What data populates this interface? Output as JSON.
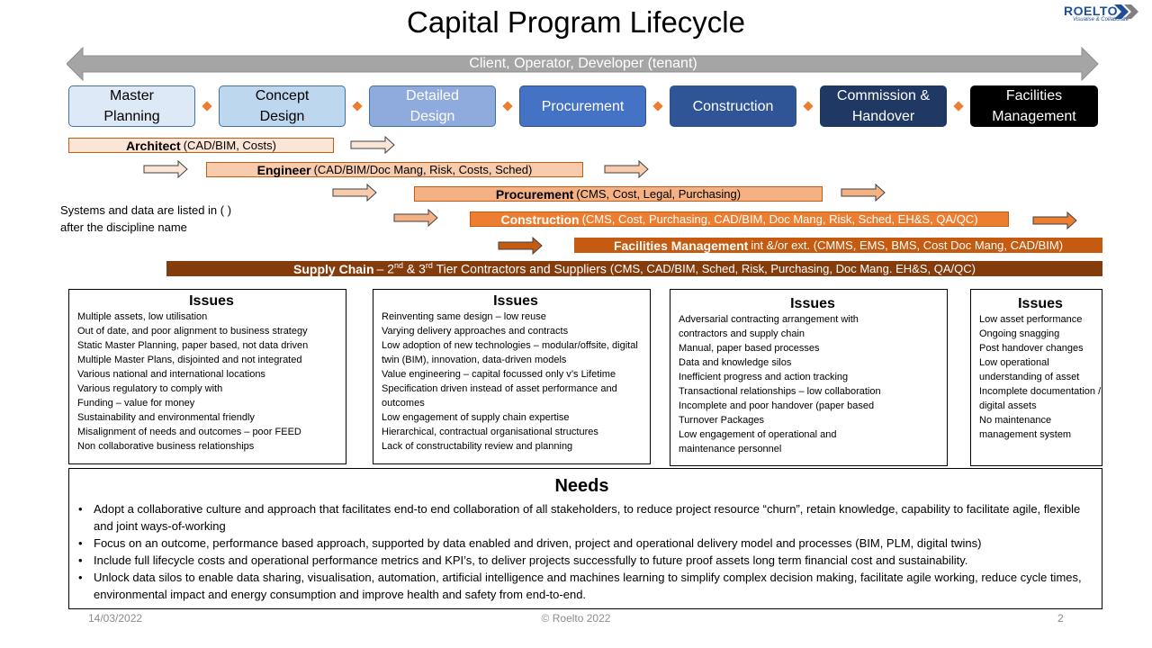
{
  "title": "Capital Program Lifecycle",
  "logo": {
    "name": "ROELTO",
    "tagline": "Visualise & Collaborate"
  },
  "stakeholder_arrow": "Client, Operator, Developer (tenant)",
  "phases": [
    {
      "label": "Master Planning",
      "bg": "#dde9f6",
      "fg": "#000000",
      "border": "#41719c"
    },
    {
      "label": "Concept Design",
      "bg": "#bdd7ee",
      "fg": "#000000",
      "border": "#41719c"
    },
    {
      "label": "Detailed Design",
      "bg": "#8faadc",
      "fg": "#ffffff",
      "border": "#41719c"
    },
    {
      "label": "Procurement",
      "bg": "#4472c4",
      "fg": "#ffffff",
      "border": "#2f528f"
    },
    {
      "label": "Construction",
      "bg": "#2f5597",
      "fg": "#ffffff",
      "border": "#2f528f"
    },
    {
      "label": "Commission & Handover",
      "bg": "#203864",
      "fg": "#ffffff",
      "border": "#1f3763"
    },
    {
      "label": "Facilities Management",
      "bg": "#000000",
      "fg": "#ffffff",
      "border": "#000000"
    }
  ],
  "disciplines": [
    {
      "name": "Architect",
      "systems": "(CAD/BIM, Costs)",
      "bg": "#fbe5d6"
    },
    {
      "name": "Engineer",
      "systems": "(CAD/BIM/Doc Mang, Risk, Costs, Sched)",
      "bg": "#f8cbad"
    },
    {
      "name": "Procurement",
      "systems": "(CMS, Cost, Legal, Purchasing)",
      "bg": "#f4b183"
    },
    {
      "name": "Construction",
      "systems": "(CMS, Cost, Purchasing, CAD/BIM, Doc Mang, Risk, Sched, EH&S, QA/QC)",
      "bg": "#ed7d31"
    },
    {
      "name": "Facilities Management",
      "systems": "int &/or ext. (CMMS, EMS, BMS, Cost Doc Mang, CAD/BIM)",
      "bg": "#c55a11"
    },
    {
      "name": "Supply Chain",
      "systems": "(CMS, CAD/BIM, Sched, Risk, Purchasing, Doc Mang. EH&S, QA/QC)",
      "bg": "#843c0c"
    }
  ],
  "supply_chain_mid": {
    "dash": "–",
    "first": "2",
    "sup1": "nd",
    "amp": "&",
    "second": "3",
    "sup2": "rd",
    "rest": "Tier Contractors and Suppliers"
  },
  "note": "Systems and data are listed in ( ) after the discipline name",
  "issue_boxes": [
    {
      "heading": "Issues",
      "items": [
        "Multiple assets, low utilisation",
        "Out of date, and poor alignment to business strategy",
        "Static Master Planning, paper based, not data driven",
        "Multiple Master Plans, disjointed and not integrated",
        "Various national and international locations",
        "Various regulatory to comply with",
        "Funding – value for money",
        "Sustainability and environmental friendly",
        "Misalignment of needs and outcomes – poor FEED",
        "Non collaborative business relationships"
      ]
    },
    {
      "heading": "Issues",
      "items": [
        "Reinventing same design – low reuse",
        "Varying delivery approaches and contracts",
        "Low adoption of new technologies – modular/offsite, digital twin (BIM), innovation, data-driven models",
        "Value engineering – capital focussed only v’s Lifetime",
        "Specification driven instead of asset performance and outcomes",
        "Low engagement  of supply chain expertise",
        "Hierarchical, contractual organisational structures",
        "Lack of constructability review and planning"
      ]
    },
    {
      "heading": "Issues",
      "items": [
        "Adversarial contracting arrangement with contractors and supply chain",
        "Manual, paper based processes",
        "Data and knowledge silos",
        "Inefficient progress and action tracking",
        "Transactional relationships – low collaboration",
        "Incomplete and poor handover (paper based Turnover Packages",
        "Low engagement  of operational and maintenance personnel"
      ]
    },
    {
      "heading": "Issues",
      "items": [
        "Low asset performance",
        "Ongoing snagging",
        "Post handover changes",
        "Low operational understanding of asset",
        "Incomplete documentation / digital assets",
        "No maintenance management  system"
      ]
    }
  ],
  "needs": {
    "heading": "Needs",
    "items": [
      "Adopt a collaborative culture and approach that facilitates end-to end collaboration of all stakeholders, to reduce project resource “churn”, retain knowledge, capability to facilitate agile, flexible and joint ways-of-working",
      "Focus on an outcome,  performance based approach, supported by data enabled and driven, project and operational delivery model and processes (BIM, PLM, digital twins)",
      "Include full lifecycle costs and operational performance  metrics and KPI’s, to deliver projects successfully to future proof assets long term financial cost and sustainability.",
      "Unlock data silos to enable data sharing, visualisation, automation, artificial intelligence and machines learning to simplify complex decision making, facilitate agile working, reduce cycle times, environmental impact and energy consumption and improve health and safety from end-to-end."
    ]
  },
  "footer": {
    "date": "14/03/2022",
    "copyright": "© Roelto 2022",
    "page": "2"
  }
}
